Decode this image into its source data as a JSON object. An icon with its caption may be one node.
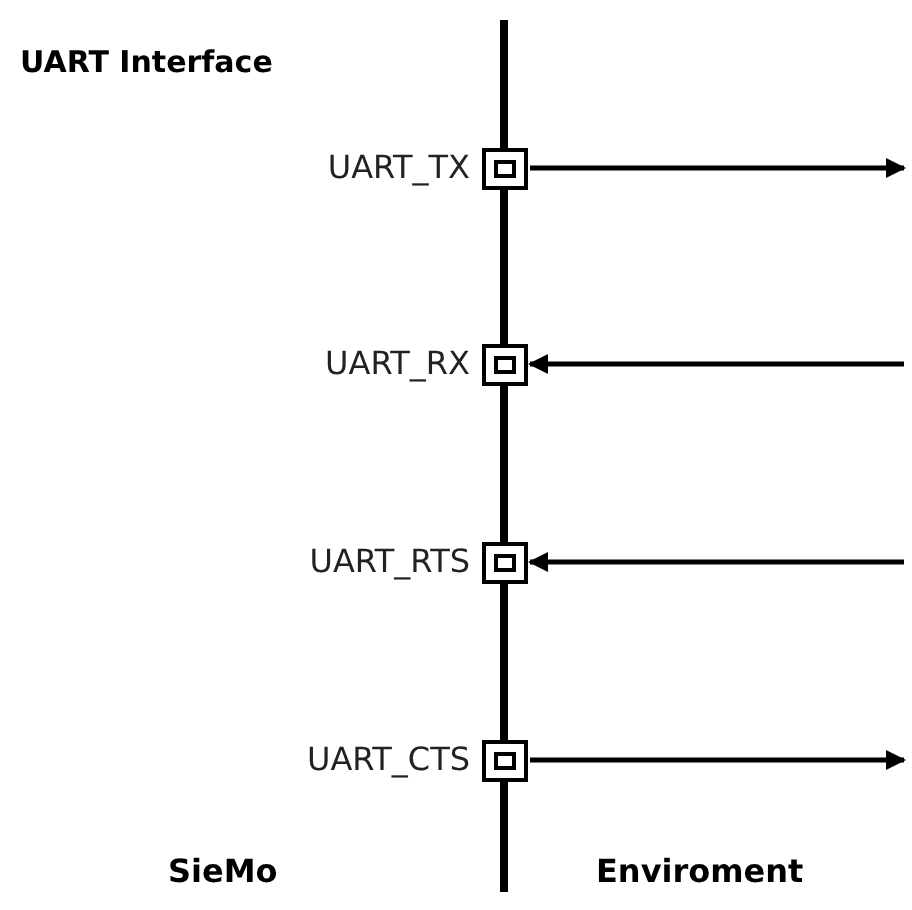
{
  "diagram": {
    "nodes": [
      {
        "text": [],
        "shape": "box",
        "beside": [
          "UART_TX"
        ]
      },
      {
        "text": [],
        "shape": "box",
        "beside": [
          "UART_RX"
        ]
      },
      {
        "text": [],
        "shape": "box",
        "beside": [
          "UART_RTS"
        ]
      },
      {
        "text": [],
        "shape": "box",
        "beside": [
          "UART_CTS"
        ]
      }
    ],
    "edges": [
      {
        "from": 0,
        "to": null,
        "arrow": "to"
      },
      {
        "from": null,
        "to": 1,
        "arrow": "to"
      },
      {
        "from": null,
        "to": 2,
        "arrow": "to"
      },
      {
        "from": 3,
        "to": null,
        "arrow": "to"
      }
    ],
    "labels": [
      "UART Interface",
      "SieMo",
      "Enviroment"
    ]
  }
}
